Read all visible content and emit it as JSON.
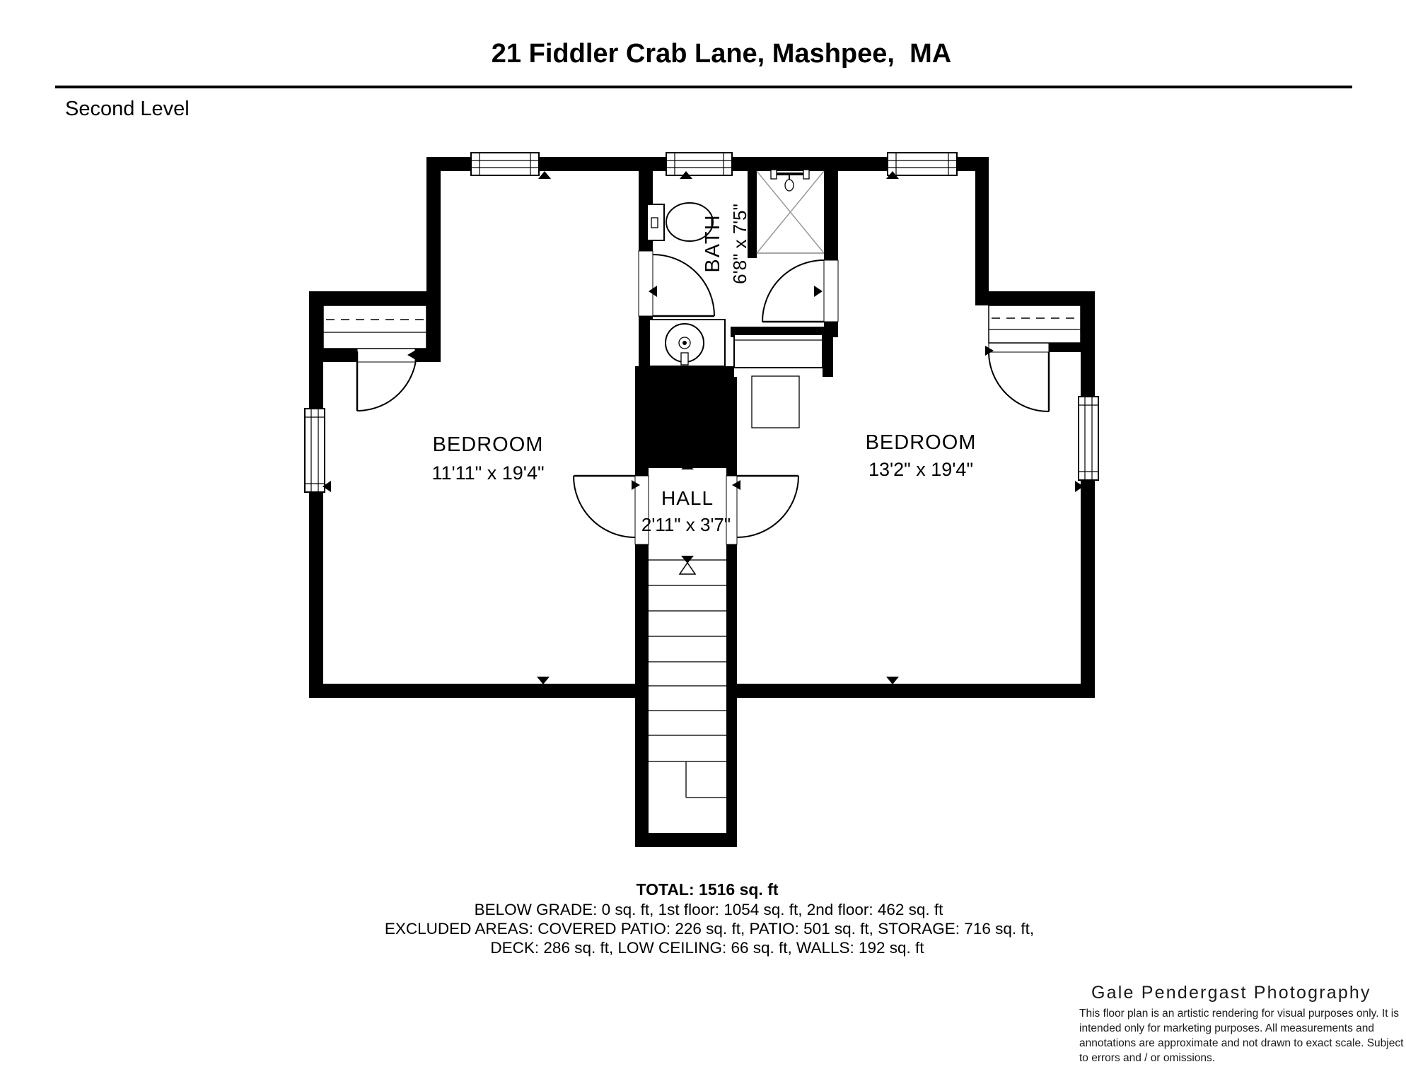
{
  "header": {
    "title": "21 Fiddler Crab Lane, Mashpee,  MA",
    "level_label": "Second Level"
  },
  "plan": {
    "rooms": {
      "bedroom_left": {
        "name": "BEDROOM",
        "dims": "11'11\" x 19'4\""
      },
      "bedroom_right": {
        "name": "BEDROOM",
        "dims": "13'2\" x 19'4\""
      },
      "bath": {
        "name": "BATH",
        "dims": "6'8\" x 7'5\""
      },
      "hall": {
        "name": "HALL",
        "dims": "2'11\" x 3'7\""
      }
    }
  },
  "totals": {
    "line1": "TOTAL: 1516 sq. ft",
    "line2": "BELOW GRADE: 0 sq. ft, 1st floor: 1054 sq. ft, 2nd floor: 462 sq. ft",
    "line3": "EXCLUDED AREAS: COVERED PATIO: 226 sq. ft, PATIO: 501 sq. ft, STORAGE: 716 sq. ft,",
    "line4": "DECK: 286 sq. ft, LOW CEILING: 66 sq. ft, WALLS: 192 sq. ft"
  },
  "footer": {
    "credit": "Gale Pendergast Photography",
    "disclaimer": [
      "This floor plan is an artistic rendering for visual purposes only. It is",
      "intended only for marketing purposes. All measurements and",
      "annotations are approximate and not drawn to exact scale. Subject",
      "to errors and / or omissions."
    ]
  },
  "colors": {
    "wall": "#000000",
    "background": "#ffffff",
    "shower_line": "#999999",
    "tread_line": "#222222"
  }
}
